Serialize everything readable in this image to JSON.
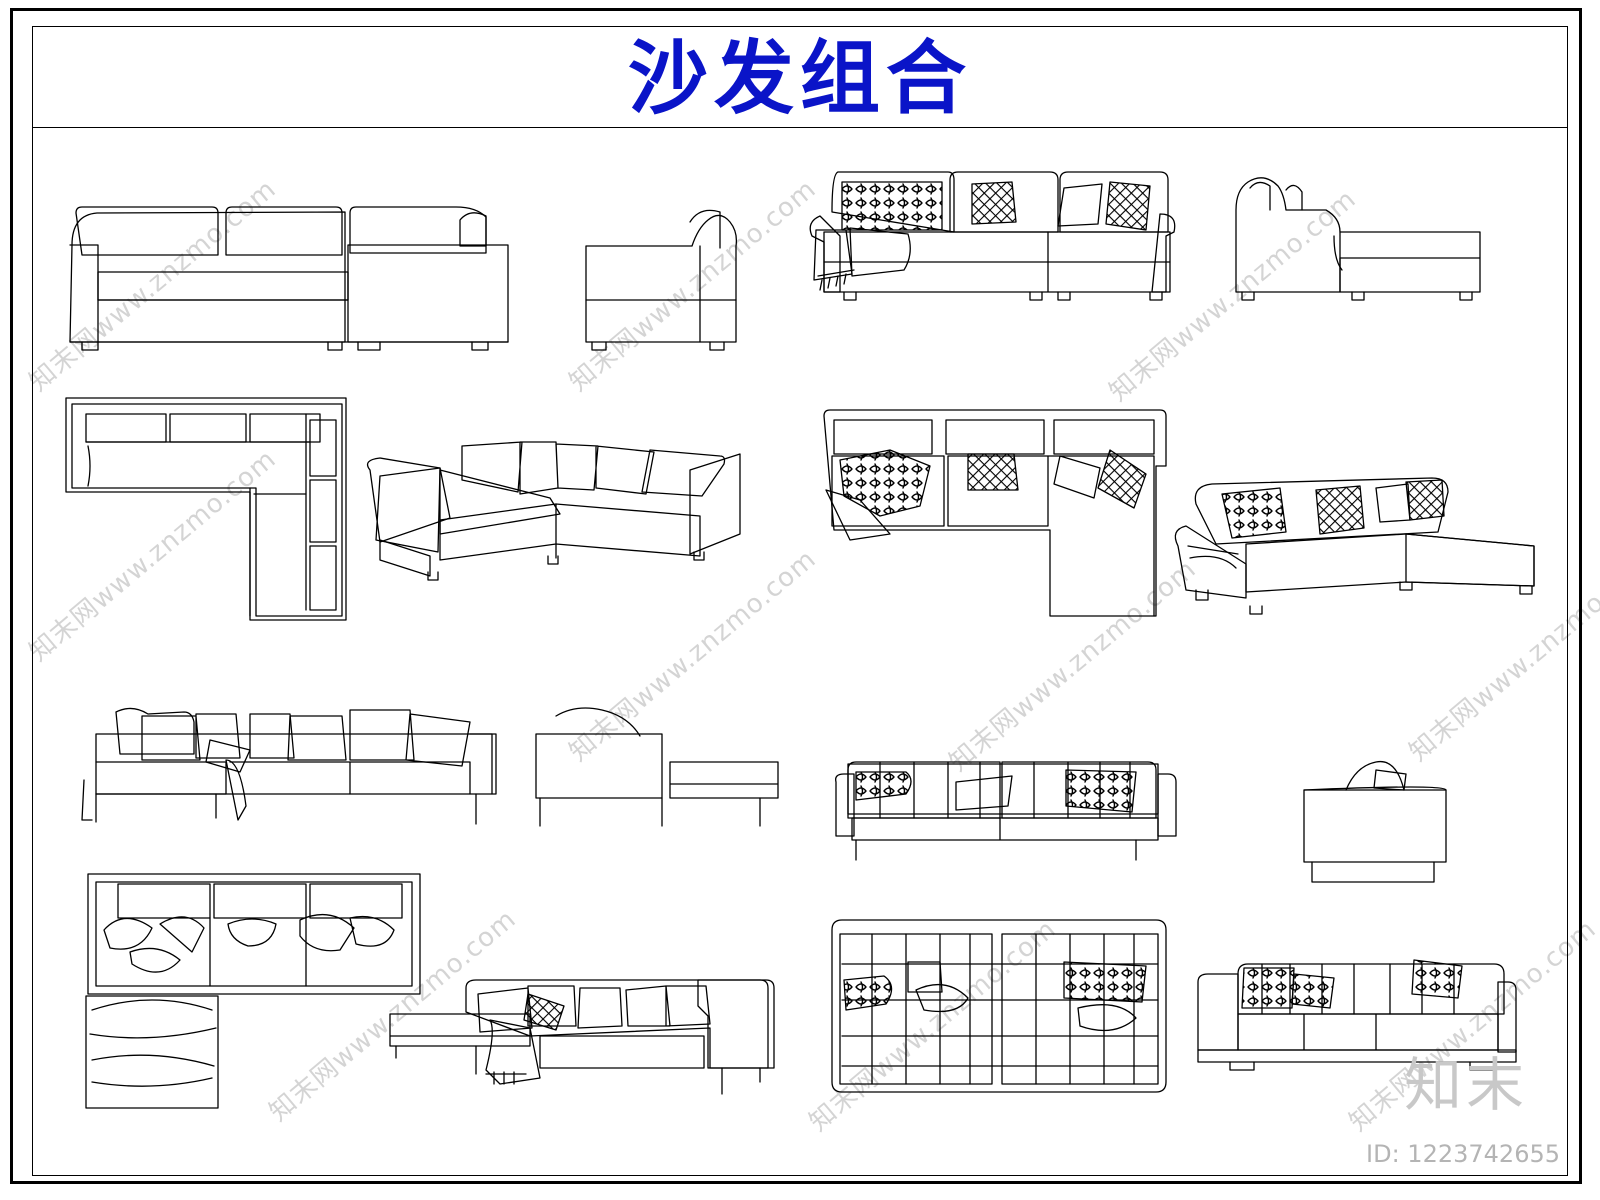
{
  "sheet": {
    "title": "沙发组合",
    "title_color": "#0a14c8",
    "line_color": "#000000"
  },
  "watermark": {
    "text": "知末网www.znzmo.com",
    "color": "#d4d4d4"
  },
  "brand": {
    "logo_text": "知末",
    "id_label": "ID: 1223742655"
  },
  "drawings": [
    {
      "name": "l-sofa-front-elevation"
    },
    {
      "name": "l-sofa-side-elevation"
    },
    {
      "name": "chaise-sofa-front-elevation"
    },
    {
      "name": "chaise-sofa-side-elevation"
    },
    {
      "name": "l-sofa-plan"
    },
    {
      "name": "corner-sofa-perspective"
    },
    {
      "name": "chaise-sofa-plan"
    },
    {
      "name": "chaise-sofa-perspective"
    },
    {
      "name": "modern-sofa-front-elevation"
    },
    {
      "name": "modern-sofa-side-elevation"
    },
    {
      "name": "tufted-sofa-front-elevation"
    },
    {
      "name": "tufted-sofa-side-elevation"
    },
    {
      "name": "modern-sofa-plan"
    },
    {
      "name": "modern-sofa-perspective"
    },
    {
      "name": "tufted-sofa-plan"
    },
    {
      "name": "tufted-sofa-perspective"
    }
  ]
}
